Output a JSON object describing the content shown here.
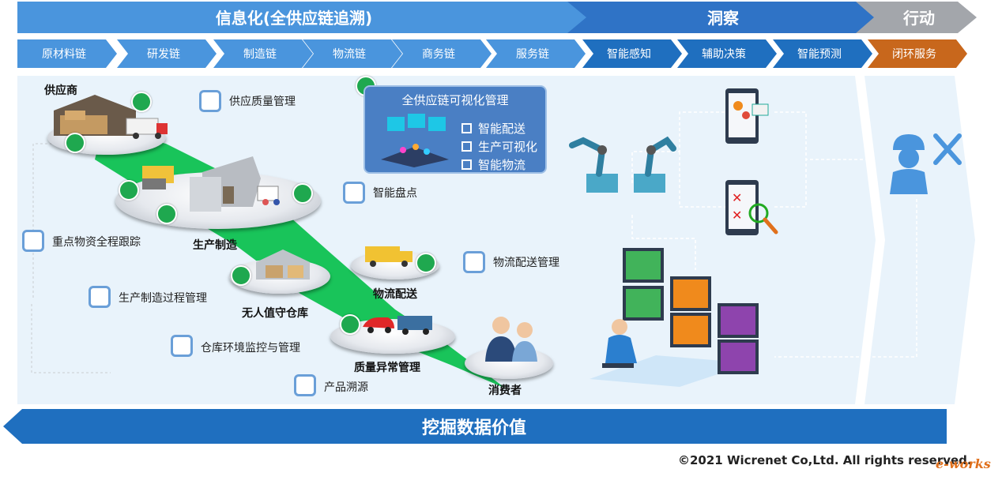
{
  "header": {
    "section1": "信息化(全供应链追溯)",
    "section2": "洞察",
    "section3": "行动"
  },
  "chain": [
    "原材料链",
    "研发链",
    "制造链",
    "物流链",
    "商务链",
    "服务链",
    "智能感知",
    "辅助决策",
    "智能预测",
    "闭环服务"
  ],
  "nodes": {
    "supplier": "供应商",
    "production": "生产制造",
    "warehouse": "无人值守仓库",
    "logistics": "物流配送",
    "quality": "质量异常管理",
    "consumer": "消费者"
  },
  "features": {
    "supply_quality": "供应质量管理",
    "smart_inventory": "智能盘点",
    "tracking": "重点物资全程跟踪",
    "logistics_mgmt": "物流配送管理",
    "process_mgmt": "生产制造过程管理",
    "env_monitor": "仓库环境监控与管理",
    "traceability": "产品溯源"
  },
  "visual_box": {
    "title": "全供应链可视化管理",
    "items": [
      "智能配送",
      "生产可视化",
      "智能物流"
    ]
  },
  "bottom_banner": "挖掘数据价值",
  "footer": {
    "copyright": "©2021 Wicrenet Co,Ltd. All rights reserved.",
    "logo": "e-works"
  },
  "colors": {
    "blue_dark": "#1f6fbf",
    "blue_light": "#4a95dd",
    "grey": "#9aa0a6",
    "orange": "#c8671c",
    "green": "#19c45a"
  }
}
